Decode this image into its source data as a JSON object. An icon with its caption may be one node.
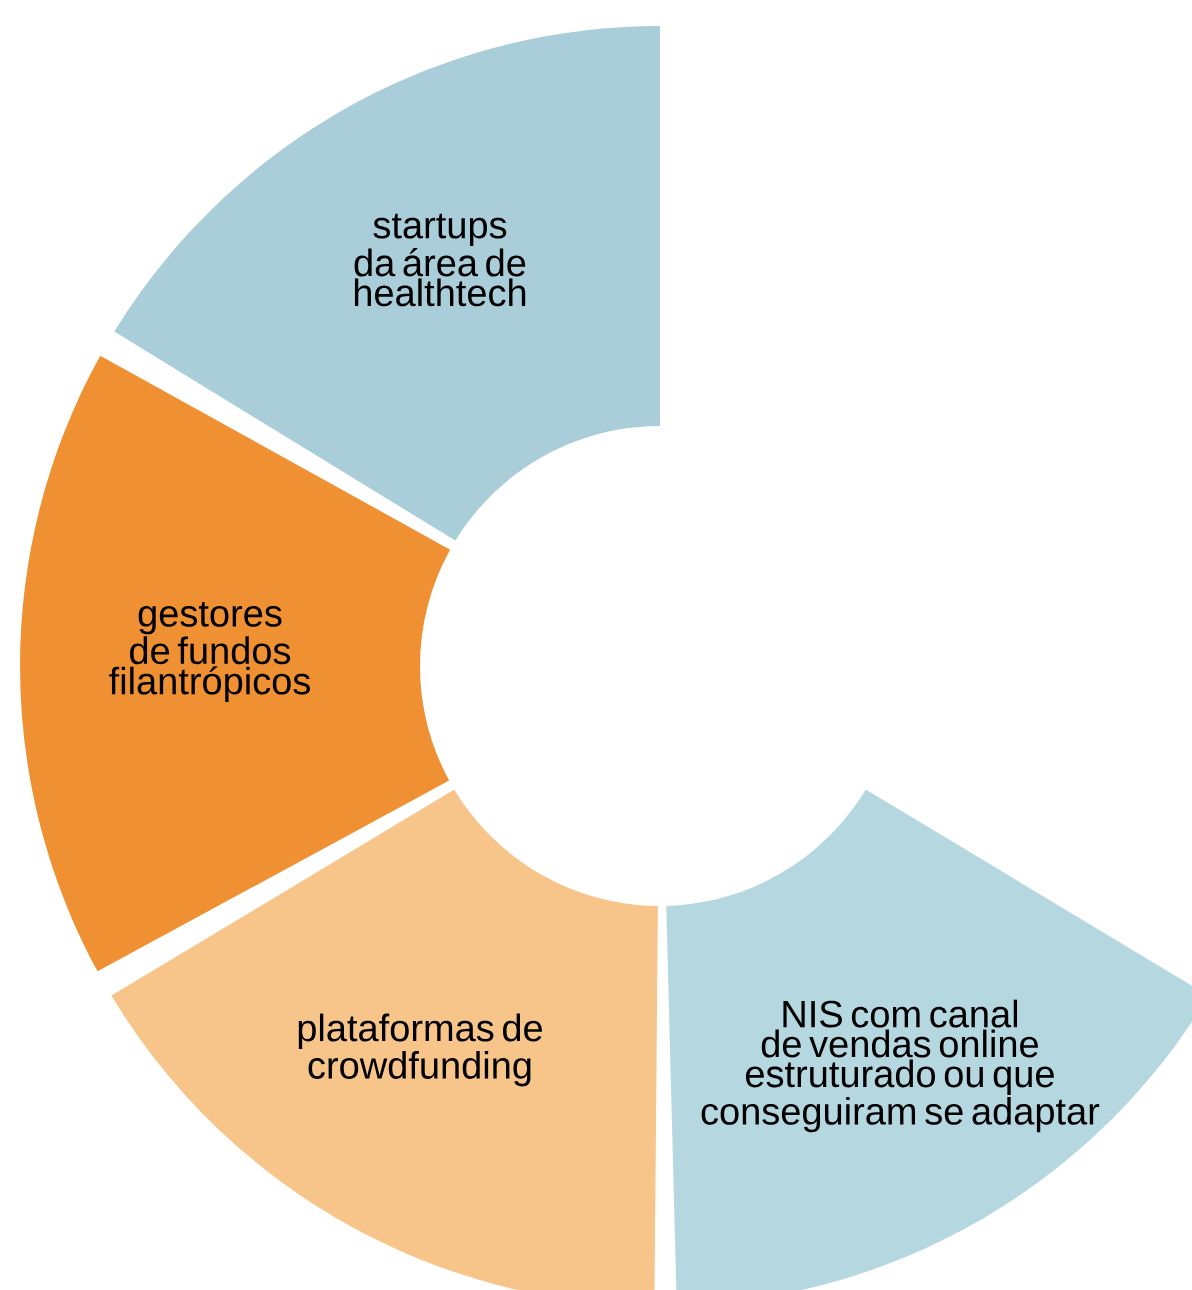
{
  "diagram": {
    "nodes": [
      {
        "text": [
          "startups da área de healthtech"
        ]
      },
      {
        "text": [
          "gestores de fundos filantrópicos"
        ]
      },
      {
        "text": [
          "plataformas de crowdfunding"
        ]
      },
      {
        "text": [
          "NIS com canal de vendas online estruturado ou que conseguiram se adaptar"
        ]
      }
    ]
  }
}
